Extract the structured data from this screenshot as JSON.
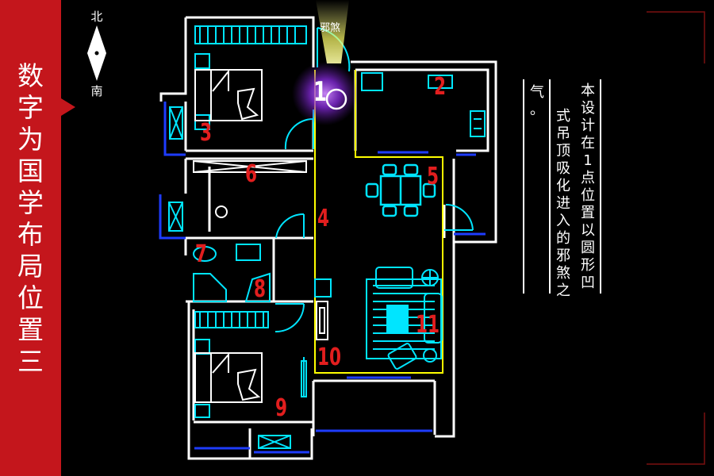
{
  "sidebar": {
    "title_chars": [
      "数",
      "字",
      "为",
      "国",
      "学",
      "布",
      "局",
      "位",
      "置",
      "三"
    ]
  },
  "compass": {
    "north": "北",
    "south": "南"
  },
  "plan": {
    "evil_label": "邪煞",
    "room_numbers": [
      "1",
      "2",
      "3",
      "4",
      "5",
      "6",
      "7",
      "8",
      "9",
      "10",
      "11"
    ]
  },
  "note": {
    "column_right": [
      "本",
      "设",
      "计",
      "在",
      "1",
      "点",
      "位",
      "置",
      "以",
      "圆",
      "形",
      "凹"
    ],
    "column_middle": [
      "式",
      "吊",
      "顶",
      "吸",
      "化",
      "进",
      "入",
      "的",
      "邪",
      "煞",
      "之"
    ],
    "column_left": [
      "气",
      "。"
    ]
  },
  "colors": {
    "sidebar": "#c4161c",
    "wall": "#ffffff",
    "furniture": "#00e5ff",
    "zone": "#ffff00",
    "number": "#e21e1e",
    "glow": "#9b30ff"
  }
}
